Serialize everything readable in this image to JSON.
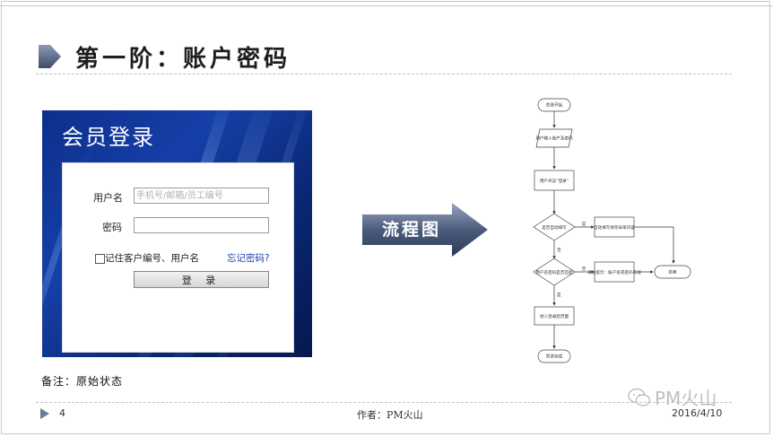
{
  "slide": {
    "title": "第一阶：账户密码",
    "note": "备注：原始状态",
    "arrow_label": "流程图",
    "page_number": "4",
    "author": "作者：PM火山",
    "date": "2016/4/10",
    "watermark": "PM火山"
  },
  "login": {
    "heading": "会员登录",
    "username_label": "用户名",
    "username_placeholder": "手机号/邮箱/员工编号",
    "password_label": "密码",
    "remember_label": "记住客户编号、用户名",
    "forgot_link": "忘记密码?",
    "login_button": "登 录"
  },
  "flowchart": {
    "start": "登录开始",
    "input": "用户输入账户及密码",
    "click": "用户点击“登录”",
    "decision1": "是否自动填写",
    "side1": "自动填写保存表单内容",
    "decision2": "用户名密码是否匹配",
    "side2": "系统提示：账户名或密码有误",
    "end": "结束",
    "enter": "进入登录后页面",
    "finish": "登录完成",
    "yes": "是",
    "no": "否"
  },
  "colors": {
    "accent": "#6b7a99",
    "link": "#1a3fb5",
    "login_bg": "#163fa8"
  }
}
